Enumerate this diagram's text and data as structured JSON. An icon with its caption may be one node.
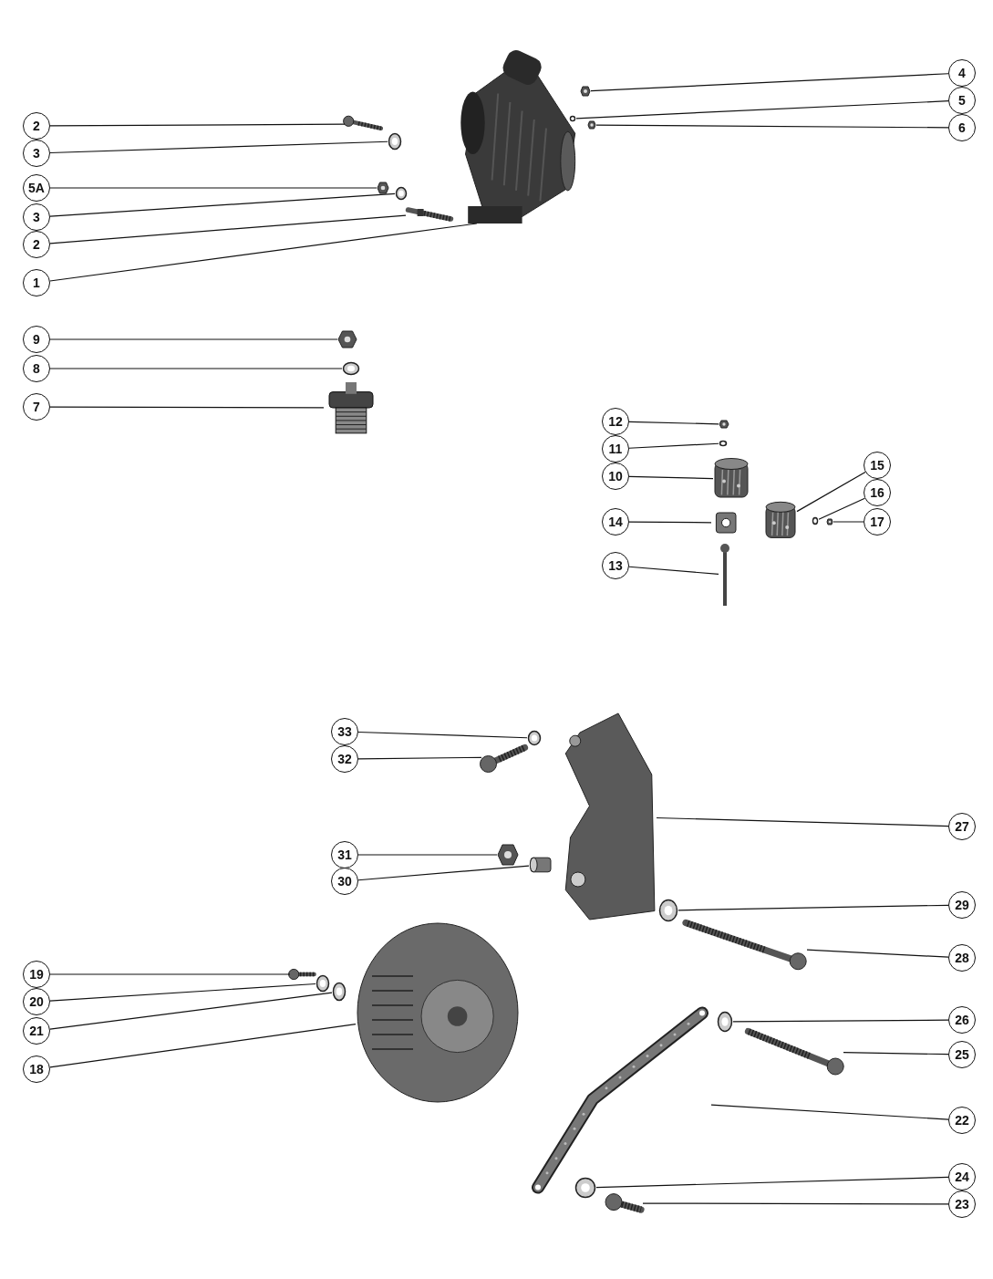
{
  "diagram": {
    "nodes": [
      {
        "text": [
          "2"
        ]
      },
      {
        "text": [
          "3"
        ]
      },
      {
        "text": [
          "5A"
        ]
      },
      {
        "text": [
          "3"
        ]
      },
      {
        "text": [
          "2"
        ]
      },
      {
        "text": [
          "1"
        ]
      },
      {
        "text": [
          "4"
        ]
      },
      {
        "text": [
          "5"
        ]
      },
      {
        "text": [
          "6"
        ]
      },
      {
        "text": [
          "9"
        ]
      },
      {
        "text": [
          "8"
        ]
      },
      {
        "text": [
          "7"
        ]
      },
      {
        "text": [
          "12"
        ]
      },
      {
        "text": [
          "11"
        ]
      },
      {
        "text": [
          "10"
        ]
      },
      {
        "text": [
          "14"
        ]
      },
      {
        "text": [
          "13"
        ]
      },
      {
        "text": [
          "15"
        ]
      },
      {
        "text": [
          "16"
        ]
      },
      {
        "text": [
          "17"
        ]
      },
      {
        "text": [
          "33"
        ]
      },
      {
        "text": [
          "32"
        ]
      },
      {
        "text": [
          "27"
        ]
      },
      {
        "text": [
          "31"
        ]
      },
      {
        "text": [
          "30"
        ]
      },
      {
        "text": [
          "29"
        ]
      },
      {
        "text": [
          "28"
        ]
      },
      {
        "text": [
          "19"
        ]
      },
      {
        "text": [
          "20"
        ]
      },
      {
        "text": [
          "21"
        ]
      },
      {
        "text": [
          "18"
        ]
      },
      {
        "text": [
          "26"
        ]
      },
      {
        "text": [
          "25"
        ]
      },
      {
        "text": [
          "22"
        ]
      },
      {
        "text": [
          "24"
        ]
      },
      {
        "text": [
          "23"
        ]
      },
      {
        "text": [],
        "shape": "picture"
      },
      {
        "text": [],
        "shape": "picture"
      },
      {
        "text": [],
        "shape": "picture"
      },
      {
        "text": [],
        "shape": "picture"
      },
      {
        "text": [],
        "shape": "picture"
      },
      {
        "text": [],
        "shape": "picture"
      },
      {
        "text": [],
        "shape": "picture"
      },
      {
        "text": [],
        "shape": "picture"
      },
      {
        "text": [],
        "shape": "picture"
      },
      {
        "text": [],
        "shape": "picture"
      },
      {
        "text": [],
        "shape": "picture"
      },
      {
        "text": [],
        "shape": "picture"
      },
      {
        "text": [],
        "shape": "picture"
      },
      {
        "text": [],
        "shape": "picture"
      },
      {
        "text": [],
        "shape": "picture"
      },
      {
        "text": [],
        "shape": "picture"
      },
      {
        "text": [],
        "shape": "picture"
      },
      {
        "text": [],
        "shape": "picture"
      },
      {
        "text": [],
        "shape": "picture"
      },
      {
        "text": [],
        "shape": "picture"
      },
      {
        "text": [],
        "shape": "picture"
      },
      {
        "text": [],
        "shape": "picture"
      },
      {
        "text": [],
        "shape": "picture"
      },
      {
        "text": [],
        "shape": "picture"
      },
      {
        "text": [],
        "shape": "picture"
      },
      {
        "text": [],
        "shape": "picture"
      },
      {
        "text": [],
        "shape": "picture"
      },
      {
        "text": [],
        "shape": "picture"
      },
      {
        "text": [],
        "shape": "picture"
      },
      {
        "text": [],
        "shape": "picture"
      },
      {
        "text": [],
        "shape": "picture"
      },
      {
        "text": [],
        "shape": "picture"
      },
      {
        "text": [],
        "shape": "picture"
      },
      {
        "text": [],
        "shape": "picture"
      },
      {
        "text": [],
        "shape": "picture"
      },
      {
        "text": [],
        "shape": "picture"
      }
    ],
    "edges": [
      {
        "from": 0,
        "to": 36,
        "arrow": "none"
      },
      {
        "from": 1,
        "to": 37,
        "arrow": "none"
      },
      {
        "from": 2,
        "to": 38,
        "arrow": "none"
      },
      {
        "from": 3,
        "to": 39,
        "arrow": "none"
      },
      {
        "from": 4,
        "to": 40,
        "arrow": "none"
      },
      {
        "from": 5,
        "to": 41,
        "arrow": "none"
      },
      {
        "from": 6,
        "to": 42,
        "arrow": "none"
      },
      {
        "from": 7,
        "to": 43,
        "arrow": "none"
      },
      {
        "from": 8,
        "to": 44,
        "arrow": "none"
      },
      {
        "from": 9,
        "to": 45,
        "arrow": "none"
      },
      {
        "from": 10,
        "to": 46,
        "arrow": "none"
      },
      {
        "from": 11,
        "to": 47,
        "arrow": "none"
      },
      {
        "from": 12,
        "to": 48,
        "arrow": "none"
      },
      {
        "from": 13,
        "to": 49,
        "arrow": "none"
      },
      {
        "from": 14,
        "to": 50,
        "arrow": "none"
      },
      {
        "from": 15,
        "to": 51,
        "arrow": "none"
      },
      {
        "from": 16,
        "to": 52,
        "arrow": "none"
      },
      {
        "from": 17,
        "to": 53,
        "arrow": "none"
      },
      {
        "from": 18,
        "to": 54,
        "arrow": "none"
      },
      {
        "from": 19,
        "to": 55,
        "arrow": "none"
      },
      {
        "from": 20,
        "to": 56,
        "arrow": "none"
      },
      {
        "from": 21,
        "to": 57,
        "arrow": "none"
      },
      {
        "from": 22,
        "to": 58,
        "arrow": "none"
      },
      {
        "from": 23,
        "to": 59,
        "arrow": "none"
      },
      {
        "from": 24,
        "to": 60,
        "arrow": "none"
      },
      {
        "from": 25,
        "to": 61,
        "arrow": "none"
      },
      {
        "from": 26,
        "to": 62,
        "arrow": "none"
      },
      {
        "from": 27,
        "to": 63,
        "arrow": "none"
      },
      {
        "from": 28,
        "to": 64,
        "arrow": "none"
      },
      {
        "from": 29,
        "to": 65,
        "arrow": "none"
      },
      {
        "from": 30,
        "to": 66,
        "arrow": "none"
      },
      {
        "from": 31,
        "to": 67,
        "arrow": "none"
      },
      {
        "from": 32,
        "to": 68,
        "arrow": "none"
      },
      {
        "from": 33,
        "to": 69,
        "arrow": "none"
      },
      {
        "from": 34,
        "to": 70,
        "arrow": "none"
      },
      {
        "from": 35,
        "to": 71,
        "arrow": "none"
      }
    ]
  }
}
